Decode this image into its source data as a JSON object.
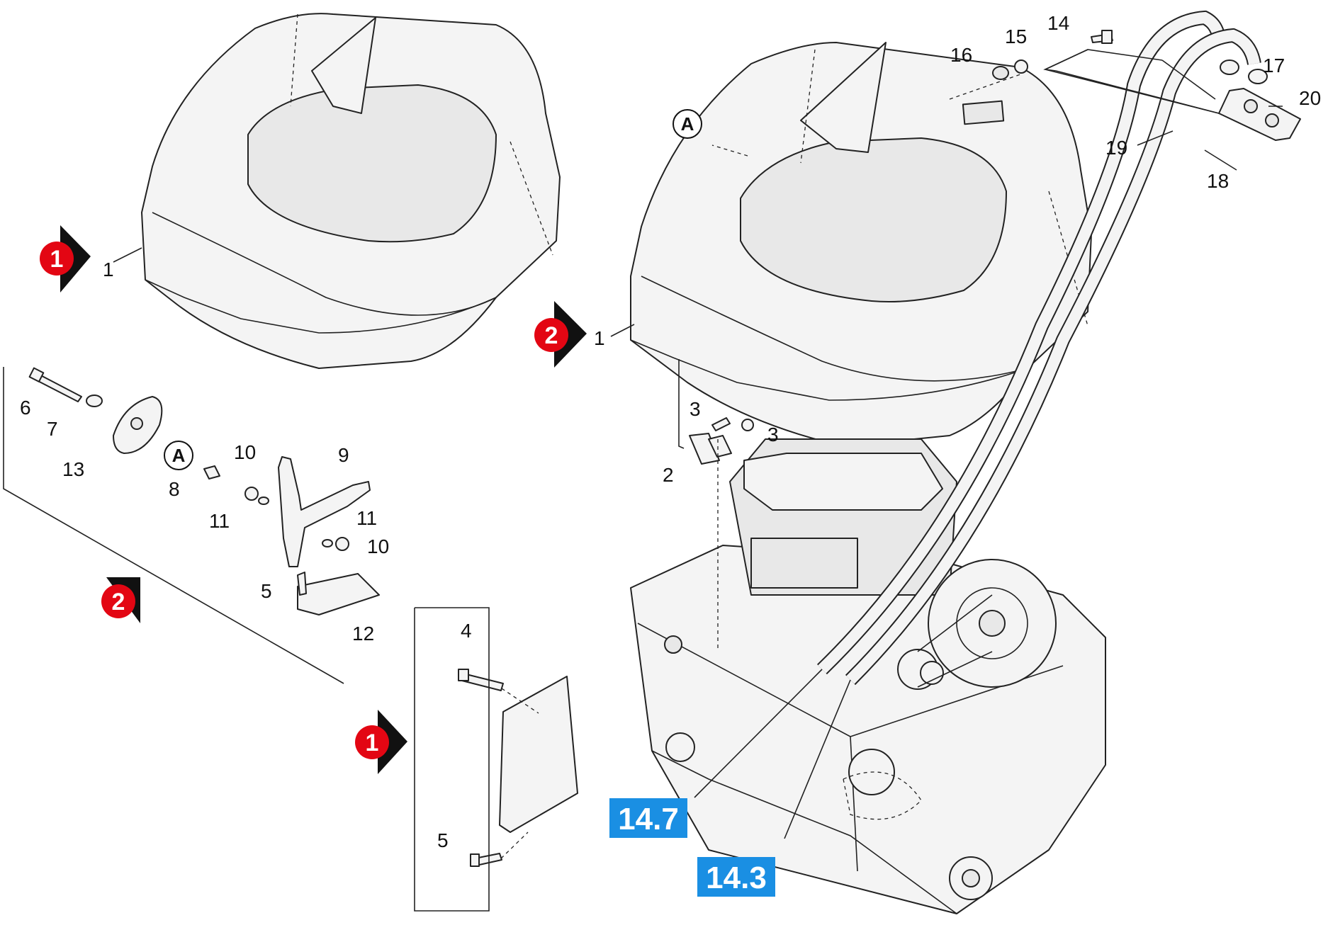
{
  "callouts": {
    "c1a": "1",
    "c1b": "1",
    "c2a": "2",
    "c3a": "3",
    "c3b": "3",
    "c4": "4",
    "c5a": "5",
    "c5b": "5",
    "c6": "6",
    "c7": "7",
    "c8": "8",
    "c9": "9",
    "c10a": "10",
    "c10b": "10",
    "c11a": "11",
    "c11b": "11",
    "c12": "12",
    "c13": "13",
    "c14": "14",
    "c15": "15",
    "c16": "16",
    "c17": "17",
    "c18": "18",
    "c19": "19",
    "c20": "20"
  },
  "markers": {
    "m1_top": "1",
    "m2_mid": "2",
    "m2_left": "2",
    "m1_bottom": "1"
  },
  "detail_ref": {
    "a1": "A",
    "a2": "A"
  },
  "references": {
    "r1": "14.7",
    "r2": "14.3"
  },
  "colors": {
    "marker_red": "#e30613",
    "ref_blue": "#1a8fe3"
  }
}
